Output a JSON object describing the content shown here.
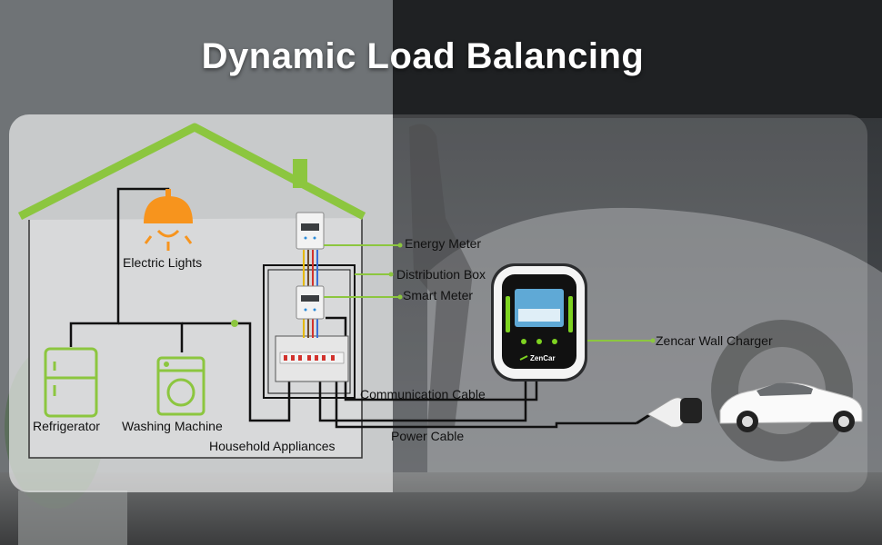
{
  "title": "Dynamic Load Balancing",
  "labels": {
    "electric_lights": "Electric Lights",
    "refrigerator": "Refrigerator",
    "washing_machine": "Washing Machine",
    "household_appliances": "Household Appliances",
    "energy_meter": "Energy Meter",
    "distribution_box": "Distribution Box",
    "smart_meter": "Smart Meter",
    "communication_cable": "Communication Cable",
    "power_cable": "Power Cable",
    "wall_charger": "Zencar Wall Charger"
  },
  "charger": {
    "brand": "ZenCar",
    "accent_color": "#7ed321"
  },
  "colors": {
    "roof": "#8cc63f",
    "appliance_icon": "#8cc63f",
    "lamp_icon": "#f7941d",
    "leader_line": "#8cc63f",
    "wire": "#111111"
  },
  "icons": [
    "lamp-icon",
    "refrigerator-icon",
    "washing-machine-icon",
    "energy-meter-icon",
    "smart-meter-icon",
    "distribution-box-icon",
    "wall-charger-icon",
    "charging-plug-icon",
    "car-icon"
  ]
}
